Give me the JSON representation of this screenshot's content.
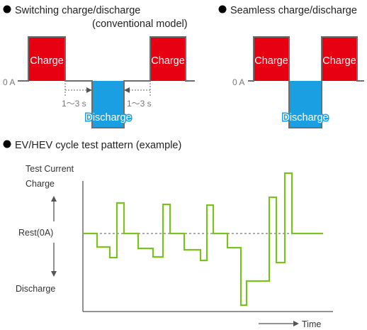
{
  "sections": {
    "switching": {
      "title": "Switching charge/discharge",
      "subtitle": "(conventional model)"
    },
    "seamless": {
      "title": "Seamless charge/discharge"
    },
    "ev": {
      "title": "EV/HEV cycle test pattern (example)"
    }
  },
  "labels": {
    "zero_amp": "0 A",
    "charge": "Charge",
    "discharge": "Discharge",
    "interval": "1～3 s"
  },
  "cycle_chart": {
    "y_title": "Test Current",
    "y_top": "Charge",
    "y_mid": "Rest(0A)",
    "y_bottom": "Discharge",
    "x_label": "Time"
  },
  "colors": {
    "charge": "#e60012",
    "discharge": "#1aa0e2",
    "outline": "#6d6d6d",
    "trace": "#7cc21f",
    "text": "#333333"
  }
}
